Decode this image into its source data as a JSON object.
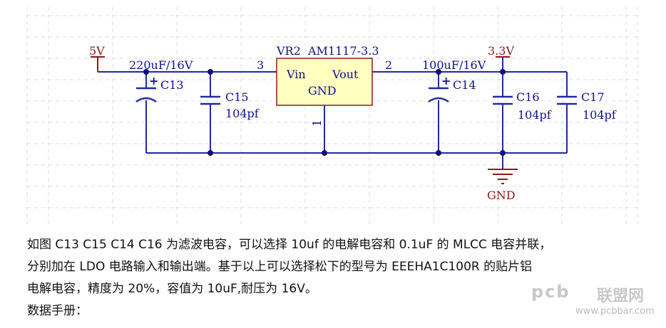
{
  "schematic": {
    "net_5v": "5V",
    "net_3v3": "3.3V",
    "net_gnd": "GND",
    "regulator": {
      "designator": "VR2",
      "part": "AM1117-3.3",
      "pin_vin": "Vin",
      "pin_vout": "Vout",
      "pin_gnd": "GND",
      "pin_num_in": "3",
      "pin_num_out": "2",
      "pin_num_gnd": "1"
    },
    "c13": {
      "designator": "C13",
      "value": "220uF/16V",
      "polarity": "+"
    },
    "c15": {
      "designator": "C15",
      "value": "104pf"
    },
    "c14": {
      "designator": "C14",
      "value": "100uF/16V",
      "polarity": "+"
    },
    "c16": {
      "designator": "C16",
      "value": "104pf"
    },
    "c17": {
      "designator": "C17",
      "value": "104pf"
    },
    "colors": {
      "wire": "#1f2aa0",
      "net_label": "#8b1a1a",
      "junction": "#101070",
      "component_fill": "#ffffc0"
    }
  },
  "text": {
    "line1": "如图 C13 C15 C14 C16 为滤波电容，可以选择 10uf 的电解电容和 0.1uF 的 MLCC 电容并联，",
    "line2": "分别加在 LDO 电路输入和输出端。基于以上可以选择松下的型号为 EEEHA1C100R 的贴片铝",
    "line3": "电解电容，精度为 20%，容值为 10uF,耐压为 16V。",
    "line4": "数据手册："
  },
  "watermark": {
    "logo": "pcb",
    "cn": "联盟网",
    "url": "www.pcbbar.com"
  }
}
